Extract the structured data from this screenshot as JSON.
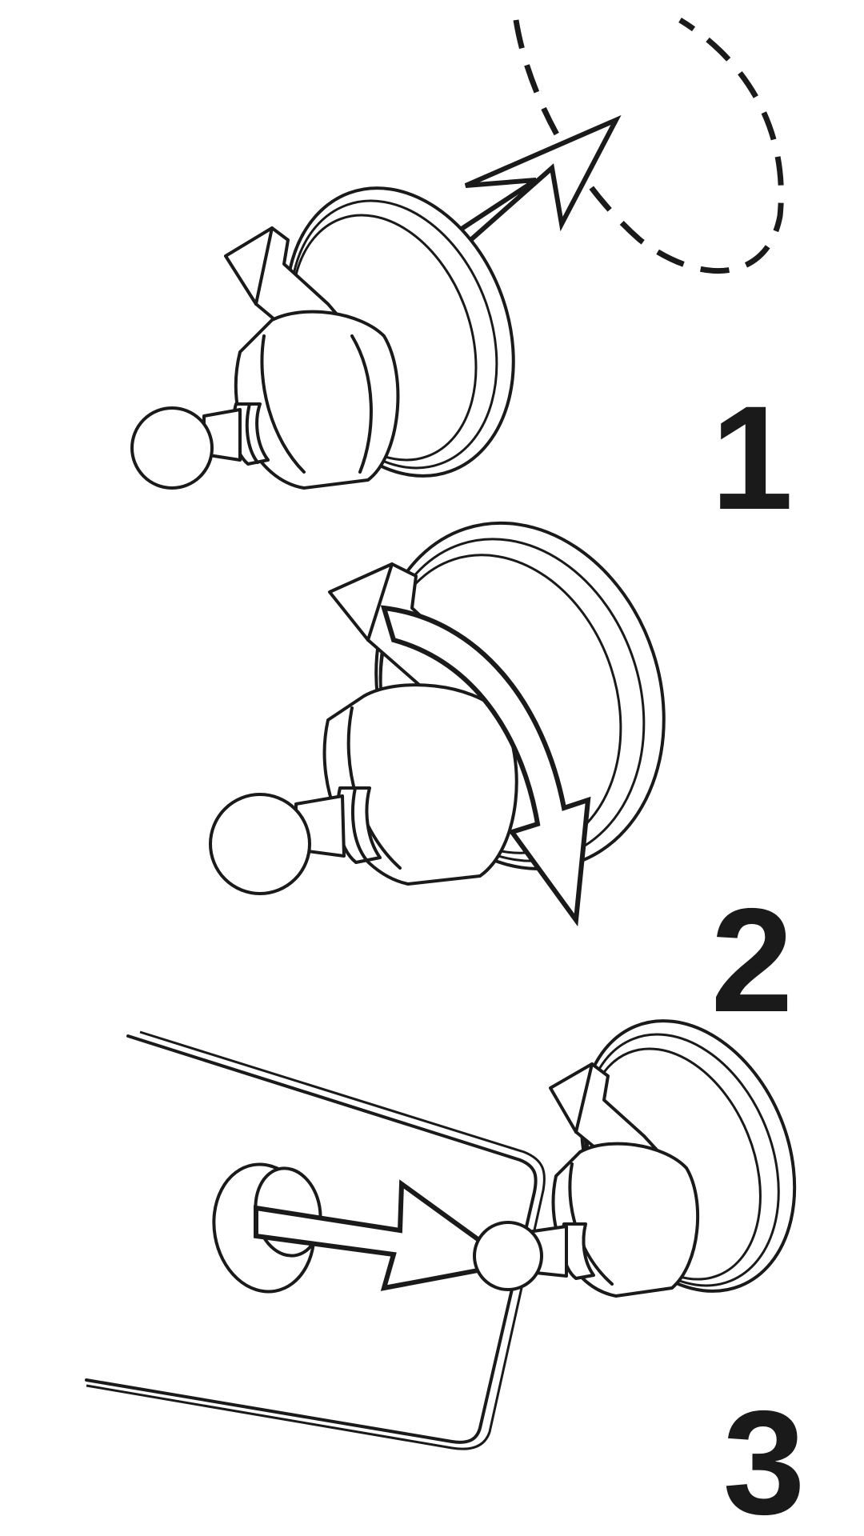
{
  "steps": [
    {
      "number": "1"
    },
    {
      "number": "2"
    },
    {
      "number": "3"
    }
  ],
  "colors": {
    "ink": "#1a1a1a",
    "background": "#ffffff"
  },
  "icons": [
    "suction-mount-icon",
    "arrow-icon",
    "curved-arrow-icon",
    "phone-holder-icon",
    "dashed-target-icon"
  ]
}
